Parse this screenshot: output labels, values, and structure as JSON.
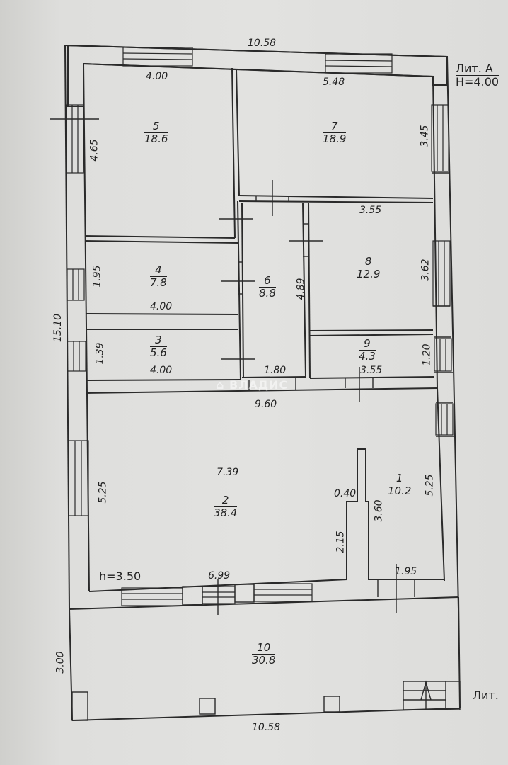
{
  "plan": {
    "title_label": "Лит. А",
    "height_label": "H=4.00",
    "side_label": "Лит.",
    "watermark": "⌂ ВЛАДИС",
    "outer_dims": {
      "top_width": "10.58",
      "bottom_width": "10.58",
      "left_height": "15.10",
      "veranda_depth": "3.00"
    },
    "rooms": [
      {
        "number": "1",
        "area": "10.2"
      },
      {
        "number": "2",
        "area": "38.4"
      },
      {
        "number": "3",
        "area": "5.6"
      },
      {
        "number": "4",
        "area": "7.8"
      },
      {
        "number": "5",
        "area": "18.6"
      },
      {
        "number": "6",
        "area": "8.8"
      },
      {
        "number": "7",
        "area": "18.9"
      },
      {
        "number": "8",
        "area": "12.9"
      },
      {
        "number": "9",
        "area": "4.3"
      },
      {
        "number": "10",
        "area": "30.8"
      }
    ],
    "dimensions": {
      "r5_width": "4.00",
      "r5_height": "4.65",
      "r7_width": "5.48",
      "r7_height": "3.45",
      "r4_height": "1.95",
      "r4_width": "4.00",
      "r3_height": "1.39",
      "r3_width": "4.00",
      "r6_height": "4.89",
      "r6_width": "1.80",
      "r8_width": "3.55",
      "r8_height": "3.62",
      "r9_height": "1.20",
      "r9_width": "3.55",
      "r2_top": "9.60",
      "r2_mid": "7.39",
      "r2_left": "5.25",
      "r2_bottom": "6.99",
      "r2_step": "2.15",
      "r2_notch": "0.40",
      "r2_ceiling": "h=3.50",
      "r1_height": "5.25",
      "r1_inner": "3.60",
      "r1_width": "1.95"
    }
  }
}
